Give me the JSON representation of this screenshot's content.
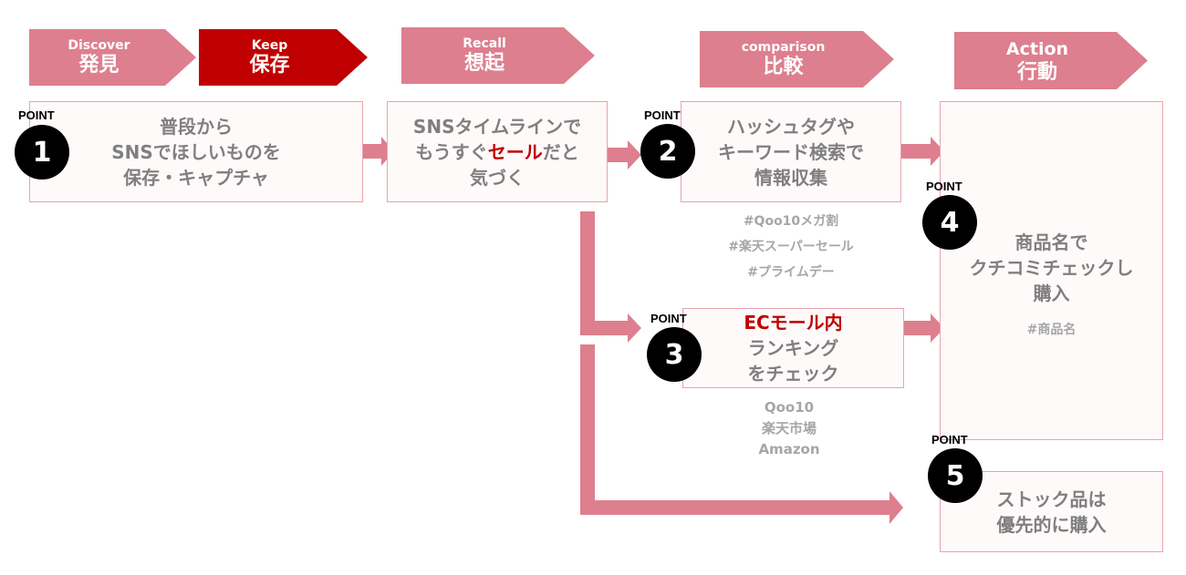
{
  "stages": [
    {
      "en": "Discover",
      "jp": "発見"
    },
    {
      "en": "Keep",
      "jp": "保存"
    },
    {
      "en": "Recall",
      "jp": "想起"
    },
    {
      "en": "comparison",
      "jp": "比較"
    },
    {
      "en": "Action",
      "jp": "行動"
    }
  ],
  "point_label": "POINT",
  "points": [
    "1",
    "2",
    "3",
    "4",
    "5"
  ],
  "boxes": {
    "keep": [
      "普段から",
      "SNSでほしいものを",
      "保存・キャプチャ"
    ],
    "recall": {
      "line1": "SNSタイムラインで",
      "line2_pre": "もうすぐ",
      "line2_red": "セール",
      "line2_post": "だと",
      "line3": "気づく"
    },
    "compare": [
      "ハッシュタグや",
      "キーワード検索で",
      "情報収集"
    ],
    "ec": {
      "red": "ECモール内",
      "lines": [
        "ランキング",
        "をチェック"
      ]
    },
    "action": [
      "商品名で",
      "クチコミチェックし",
      "購入"
    ],
    "stock": [
      "ストック品は",
      "優先的に購入"
    ]
  },
  "tags": {
    "compare": [
      "#Qoo10メガ割",
      "#楽天スーパーセール",
      "#プライムデー"
    ],
    "ec": [
      "Qoo10",
      "楽天市場",
      "Amazon"
    ],
    "action": "#商品名"
  },
  "colors": {
    "pink": "#dd7f8e",
    "dark_red": "#c00000",
    "gray_text": "#7f7f7f",
    "tag_text": "#a6a6a6"
  }
}
